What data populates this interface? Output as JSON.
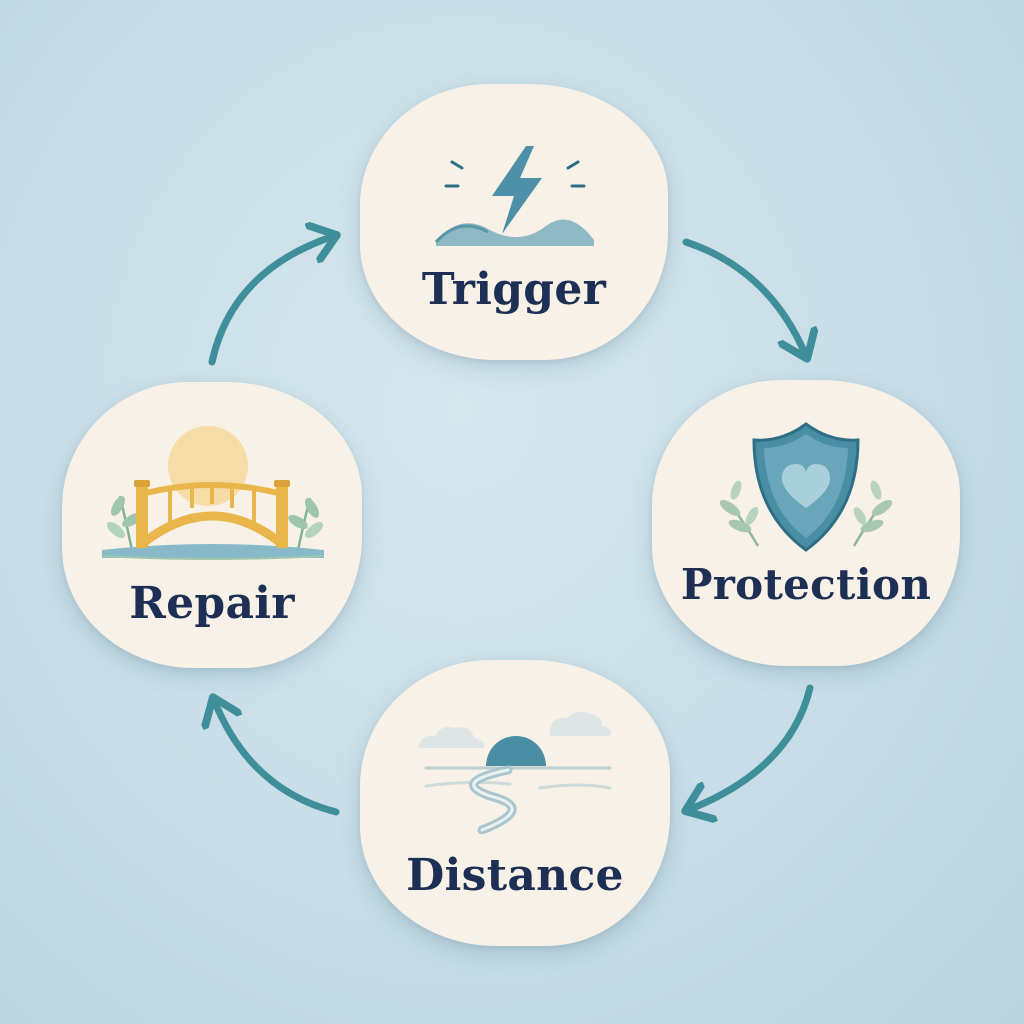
{
  "diagram": {
    "type": "cycle",
    "accent_color": "#3f8f9a",
    "card_color": "#f7f1e7",
    "label_color": "#1d2f55",
    "nodes": [
      {
        "id": "trigger",
        "label": "Trigger",
        "icon": "lightning-wave-icon"
      },
      {
        "id": "protection",
        "label": "Protection",
        "icon": "shield-heart-icon"
      },
      {
        "id": "distance",
        "label": "Distance",
        "icon": "sunset-river-icon"
      },
      {
        "id": "repair",
        "label": "Repair",
        "icon": "bridge-sun-icon"
      }
    ],
    "edges": [
      {
        "from": "trigger",
        "to": "protection"
      },
      {
        "from": "protection",
        "to": "distance"
      },
      {
        "from": "distance",
        "to": "repair"
      },
      {
        "from": "repair",
        "to": "trigger"
      }
    ]
  }
}
